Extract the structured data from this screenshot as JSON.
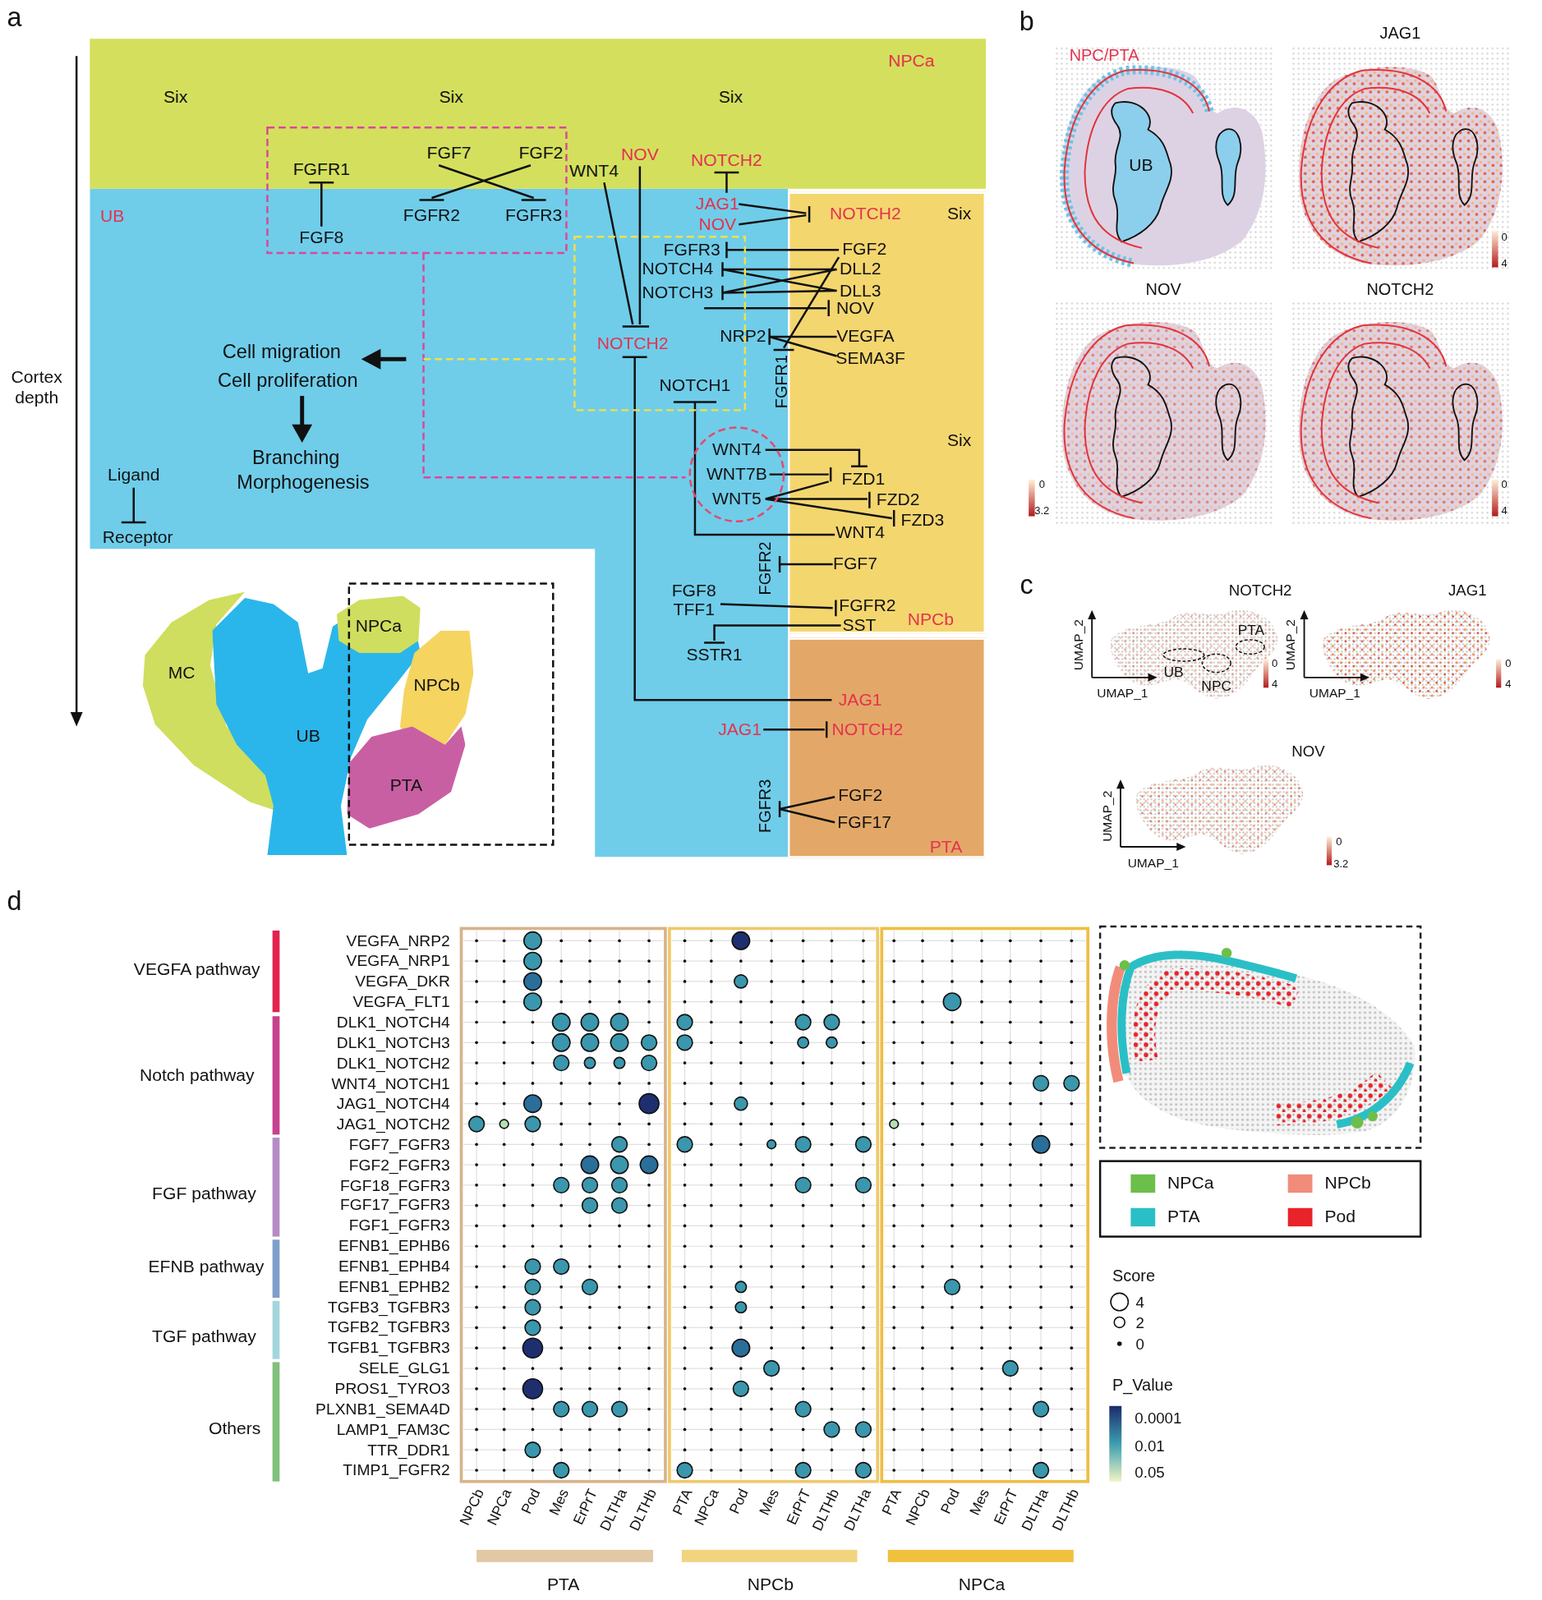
{
  "diagram": {
    "nodes": [
      {
        "text": [
          "NPCa"
        ]
      },
      {
        "text": [
          "UB"
        ]
      },
      {
        "text": [
          "NPCb"
        ]
      },
      {
        "text": [
          "PTA"
        ]
      },
      {
        "text": [
          "MC"
        ]
      },
      {
        "text": [
          "UB"
        ]
      },
      {
        "text": [
          "NPCa"
        ]
      },
      {
        "text": [
          "NPCb"
        ]
      },
      {
        "text": [
          "PTA"
        ]
      }
    ],
    "labels": [
      "a",
      "b",
      "c",
      "d",
      "Cortex depth",
      "Six",
      "Six",
      "Six",
      "Six",
      "Six",
      "FGFR1",
      "FGF7",
      "FGF2",
      "FGFR2",
      "FGFR3",
      "FGF8",
      "WNT4",
      "NOV",
      "NOTCH2",
      "JAG1",
      "NOV",
      "NOTCH2",
      "FGFR3",
      "FGF2",
      "NOTCH4",
      "DLL2",
      "NOTCH3",
      "DLL3",
      "NOV",
      "NRP2",
      "VEGFA",
      "SEMA3F",
      "FGFR1",
      "NOTCH2",
      "NOTCH1",
      "Cell migration",
      "Cell proliferation",
      "Branching",
      "Morphogenesis",
      "Ligand",
      "Receptor",
      "WNT4",
      "WNT7B",
      "WNT5",
      "FZD1",
      "FZD2",
      "FZD3",
      "WNT4",
      "FGFR2",
      "FGF7",
      "FGF8",
      "TFF1",
      "FGFR2",
      "SST",
      "SSTR1",
      "JAG1",
      "JAG1",
      "NOTCH2",
      "FGFR3",
      "FGF2",
      "FGF17",
      "NPC/PTA",
      "UB",
      "JAG1",
      "NOV",
      "NOTCH2",
      "0",
      "4",
      "0",
      "3.2",
      "0",
      "4",
      "NOTCH2",
      "JAG1",
      "NOV",
      "PTA",
      "UB",
      "NPC",
      "UMAP_2",
      "UMAP_1",
      "UMAP_2",
      "UMAP_1",
      "UMAP_2",
      "UMAP_1",
      "0",
      "4",
      "0",
      "4",
      "0",
      "3.2",
      "VEGFA pathway",
      "Notch pathway",
      "FGF pathway",
      "EFNB pathway",
      "TGF pathway",
      "Others",
      "VEGFA_NRP2",
      "VEGFA_NRP1",
      "VEGFA_DKR",
      "VEGFA_FLT1",
      "DLK1_NOTCH4",
      "DLK1_NOTCH3",
      "DLK1_NOTCH2",
      "WNT4_NOTCH1",
      "JAG1_NOTCH4",
      "JAG1_NOTCH2",
      "FGF7_FGFR3",
      "FGF2_FGFR3",
      "FGF18_FGFR3",
      "FGF17_FGFR3",
      "FGF1_FGFR3",
      "EFNB1_EPHB6",
      "EFNB1_EPHB4",
      "EFNB1_EPHB2",
      "TGFB3_TGFBR3",
      "TGFB2_TGFBR3",
      "TGFB1_TGFBR3",
      "SELE_GLG1",
      "PROS1_TYRO3",
      "PLXNB1_SEMA4D",
      "LAMP1_FAM3C",
      "TTR_DDR1",
      "TIMP1_FGFR2",
      "NPCb",
      "NPCa",
      "Pod",
      "Mes",
      "ErPrT",
      "DLTHa",
      "DLTHb",
      "PTA",
      "NPCa",
      "Pod",
      "Mes",
      "ErPrT",
      "DLTHb",
      "DLTHa",
      "PTA",
      "NPCb",
      "Pod",
      "Mes",
      "ErPrT",
      "DLTHa",
      "DLTHb",
      "PTA",
      "NPCb",
      "NPCa",
      "Score",
      "P_Value",
      "0.0001",
      "0.01",
      "0.05"
    ],
    "legend": [
      {
        "text": "NPCa",
        "color": "#6cbf4b"
      },
      {
        "text": "NPCb",
        "color": "#f28c7a"
      },
      {
        "text": "PTA",
        "color": "#2abfc6"
      },
      {
        "text": "Pod",
        "color": "#e8232a"
      },
      {
        "text": "4"
      },
      {
        "text": "2"
      },
      {
        "text": "0"
      }
    ]
  }
}
